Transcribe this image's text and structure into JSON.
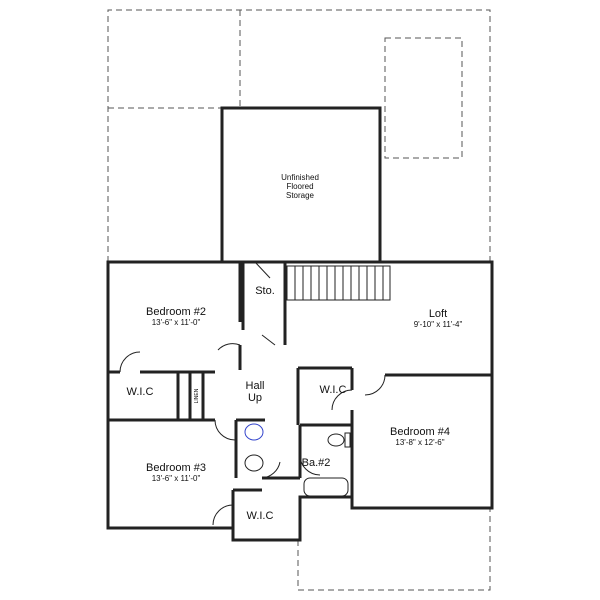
{
  "rooms": {
    "storage": {
      "line1": "Unfinished",
      "line2": "Floored",
      "line3": "Storage"
    },
    "sto": {
      "name": "Sto."
    },
    "bedroom2": {
      "name": "Bedroom #2",
      "size": "13'-6\" x 11'-0\""
    },
    "loft": {
      "name": "Loft",
      "size": "9'-10\" x 11'-4\""
    },
    "wic_left": {
      "name": "W.I.C"
    },
    "linen": {
      "name": "LINEN"
    },
    "hall": {
      "line1": "Hall",
      "line2": "Up"
    },
    "wic_right": {
      "name": "W.I.C"
    },
    "bedroom4": {
      "name": "Bedroom #4",
      "size": "13'-8\" x 12'-6\""
    },
    "bath2": {
      "name": "Ba.#2"
    },
    "bedroom3": {
      "name": "Bedroom #3",
      "size": "13'-6\" x 11'-0\""
    },
    "wic_bottom": {
      "name": "W.I.C"
    }
  },
  "colors": {
    "walls": "#222222",
    "sink_accent": "#3344cc"
  }
}
